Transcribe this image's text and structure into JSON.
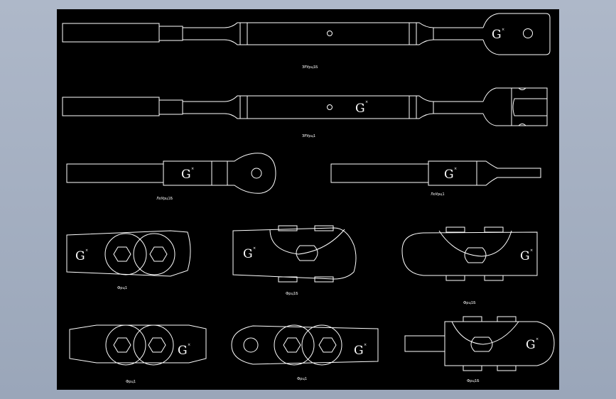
{
  "colors": {
    "background": "#000000",
    "line": "#ffffff",
    "frame": "#a4aebf"
  },
  "labels": {
    "part1": "ЗРУрц1Б",
    "part2": "ЗРУрц1",
    "part3": "ЛоУрц1Б",
    "part4": "ЛоУрц1",
    "part5": "Фрц1",
    "part6": "Фрц1Б",
    "part7": "Фрц1Б",
    "part8": "Фрц1",
    "part9": "Фрц1",
    "part10": "Фрц1Б"
  },
  "logo": {
    "glyph": "G",
    "mark": "×",
    "sub": "·"
  }
}
